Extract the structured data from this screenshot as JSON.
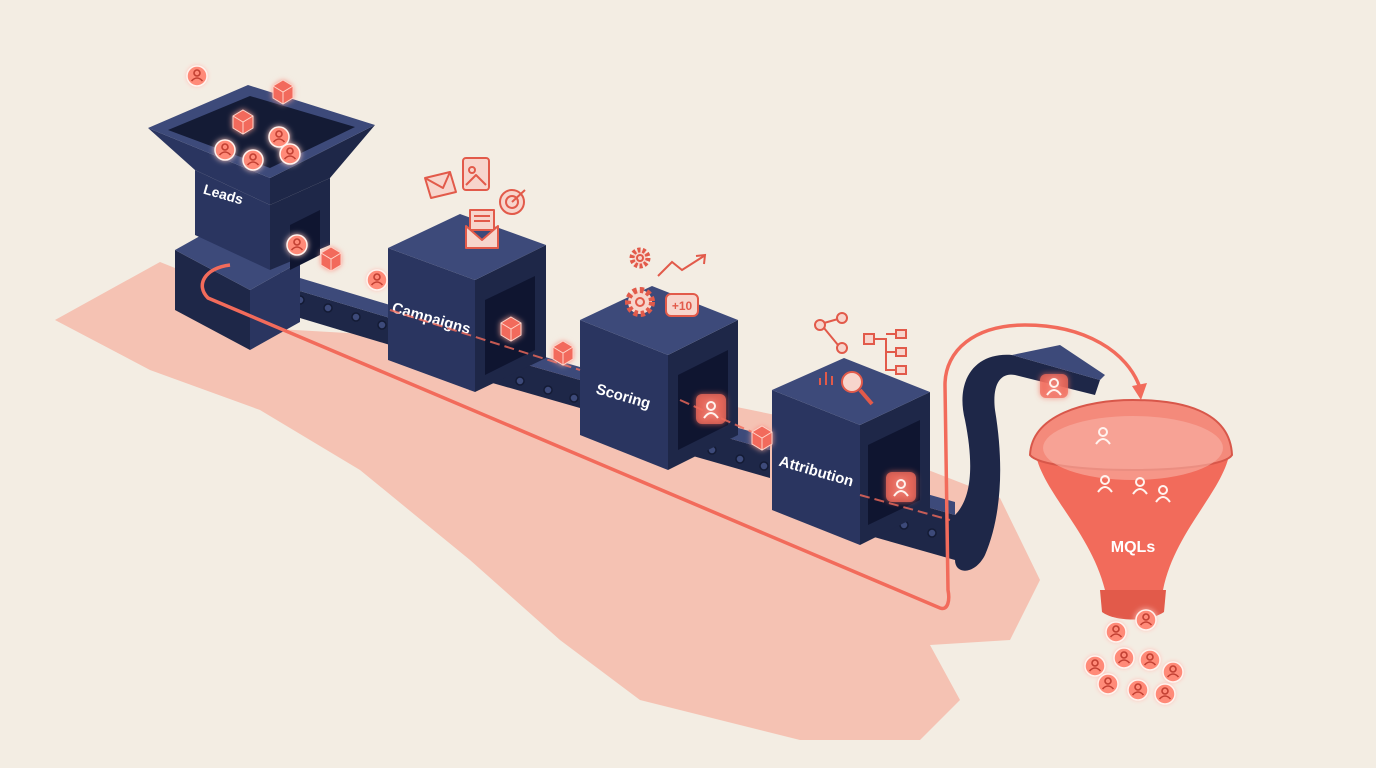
{
  "stages": [
    {
      "key": "leads",
      "label": "Leads"
    },
    {
      "key": "campaigns",
      "label": "Campaigns"
    },
    {
      "key": "scoring",
      "label": "Scoring"
    },
    {
      "key": "attribution",
      "label": "Attribution"
    },
    {
      "key": "mqls",
      "label": "MQLs"
    }
  ],
  "badges": {
    "score_badge": "+10"
  },
  "colors": {
    "background": "#f3ede3",
    "machine_top": "#3d4a7a",
    "machine_front": "#2a3560",
    "machine_side": "#1e2748",
    "accent": "#f26b5b",
    "glow": "#ff8a78",
    "shadow": "#f5b7a6",
    "funnel": "#f26b5b"
  },
  "icons": {
    "leads": [
      "user-icon",
      "lead-cube-icon"
    ],
    "campaigns": [
      "email-icon",
      "image-card-icon",
      "target-icon",
      "newsletter-icon"
    ],
    "scoring": [
      "gear-icon",
      "trend-arrow-icon",
      "score-badge-icon"
    ],
    "attribution": [
      "share-nodes-icon",
      "hierarchy-icon",
      "bar-chart-icon",
      "magnifier-icon"
    ],
    "mqls": [
      "user-icon"
    ]
  }
}
